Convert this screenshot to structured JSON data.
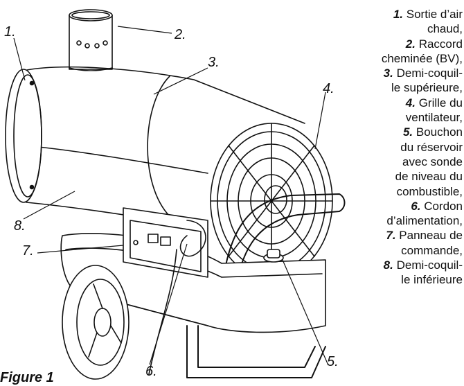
{
  "callouts": [
    "1.",
    "2.",
    "3.",
    "4.",
    "5.",
    "6.",
    "7.",
    "8."
  ],
  "caption": "Figure 1",
  "legend_lines": [
    {
      "num": "1.",
      "text": " Sortie d’air"
    },
    {
      "num": "",
      "text": "chaud,"
    },
    {
      "num": "2.",
      "text": " Raccord"
    },
    {
      "num": "",
      "text": "cheminée (BV),"
    },
    {
      "num": "3.",
      "text": " Demi-coquil-"
    },
    {
      "num": "",
      "text": "le supérieure,"
    },
    {
      "num": "4.",
      "text": " Grille du"
    },
    {
      "num": "",
      "text": "ventilateur,"
    },
    {
      "num": "5.",
      "text": " Bouchon"
    },
    {
      "num": "",
      "text": "du réservoir"
    },
    {
      "num": "",
      "text": "avec sonde"
    },
    {
      "num": "",
      "text": "de niveau du"
    },
    {
      "num": "",
      "text": "combustible,"
    },
    {
      "num": "6.",
      "text": " Cordon"
    },
    {
      "num": "",
      "text": "d’alimentation,"
    },
    {
      "num": "7.",
      "text": " Panneau de"
    },
    {
      "num": "",
      "text": "commande,"
    },
    {
      "num": "8.",
      "text": " Demi-coquil-"
    },
    {
      "num": "",
      "text": "le inférieure"
    }
  ]
}
